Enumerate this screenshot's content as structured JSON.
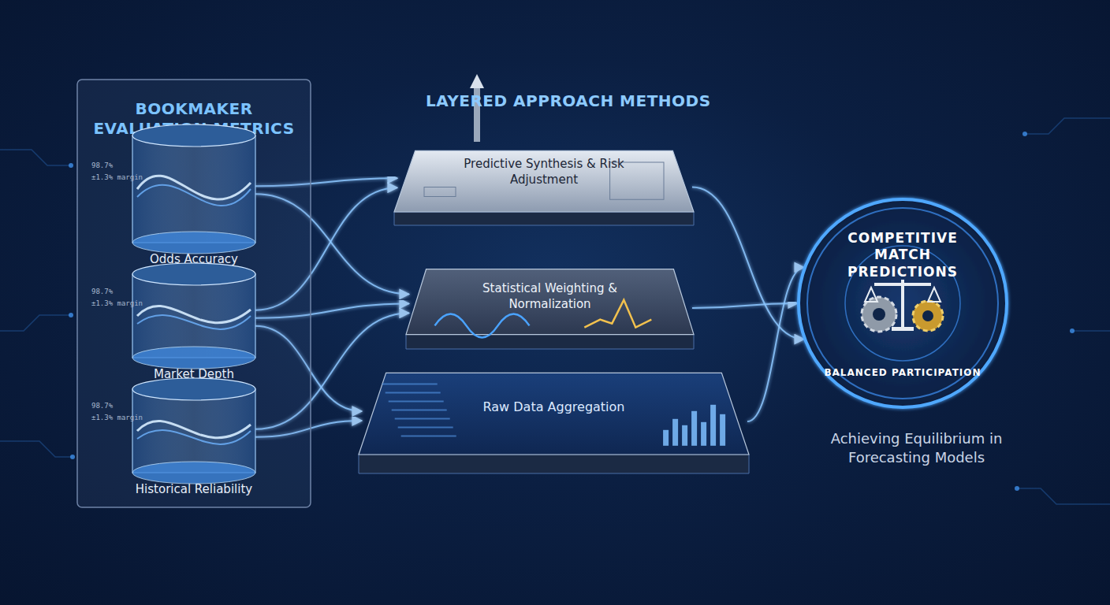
{
  "diagram": {
    "nodes": [
      {
        "text": [
          "BOOKMAKER EVALUATION METRICS"
        ]
      },
      {
        "text": [
          "Odds Accuracy"
        ],
        "in": 0
      },
      {
        "text": [
          "Market Depth"
        ],
        "in": 0
      },
      {
        "text": [
          "Historical Reliability"
        ],
        "in": 0
      },
      {
        "text": [
          "Predictive Synthesis & Risk Adjustment"
        ]
      },
      {
        "text": [
          "Statistical Weighting & Normalization"
        ]
      },
      {
        "text": [
          "Raw Data Aggregation"
        ]
      },
      {
        "text": [
          "COMPETITIVE MATCH PREDICTIONS",
          "BALANCED PARTICIPATION"
        ]
      }
    ],
    "edges": [
      {
        "from": 1,
        "to": 4,
        "arrow": "to"
      },
      {
        "from": 1,
        "to": 5,
        "arrow": "to"
      },
      {
        "from": 2,
        "to": 4,
        "arrow": "to"
      },
      {
        "from": 2,
        "to": 5,
        "arrow": "to"
      },
      {
        "from": 2,
        "to": 6,
        "arrow": "to"
      },
      {
        "from": 3,
        "to": 5,
        "arrow": "to"
      },
      {
        "from": 3,
        "to": 6,
        "arrow": "to"
      },
      {
        "from": 4,
        "to": 7,
        "arrow": "to"
      },
      {
        "from": 5,
        "to": 7,
        "arrow": "to"
      },
      {
        "from": 6,
        "to": 7,
        "arrow": "to"
      }
    ],
    "labels": [
      "LAYERED APPROACH METHODS",
      "98.7%",
      "±1.3% margin",
      "98.7%",
      "±1.3% margin",
      "98.7%",
      "±1.3% margin",
      "Achieving Equilibrium in Forecasting Models"
    ]
  }
}
